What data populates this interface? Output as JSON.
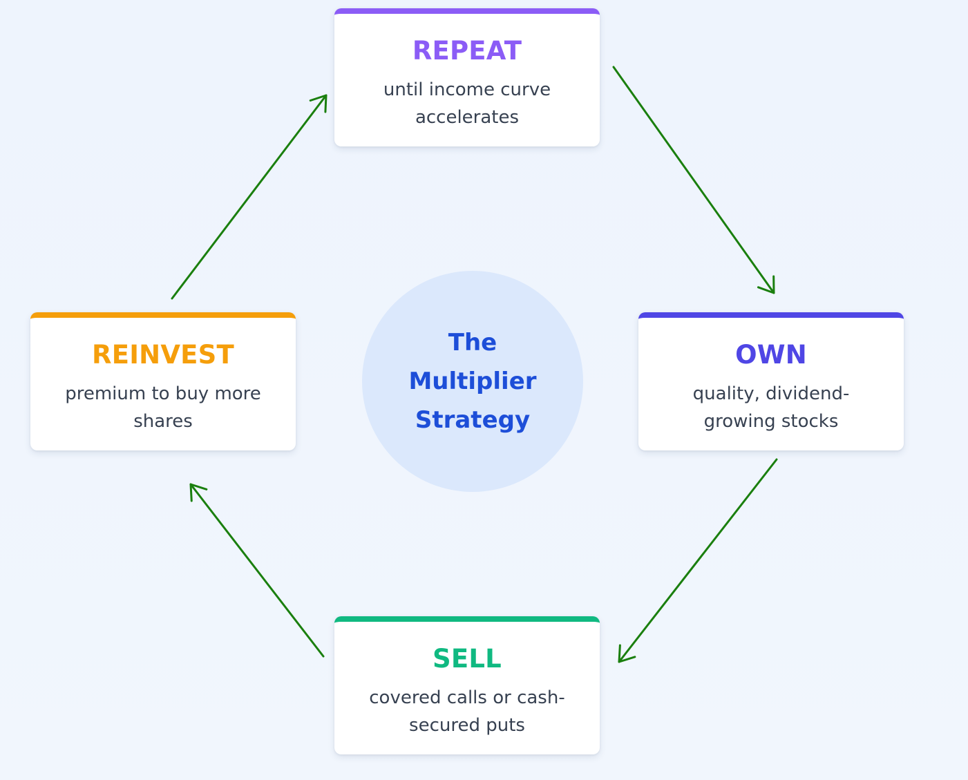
{
  "center": {
    "title": "The Multiplier Strategy",
    "color": "#1d4ed8",
    "fill": "#dbe8fc"
  },
  "steps": [
    {
      "id": "repeat",
      "title": "REPEAT",
      "description": "until income curve accelerates",
      "color": "#8b5cf6"
    },
    {
      "id": "own",
      "title": "OWN",
      "description": "quality, dividend-growing stocks",
      "color": "#4f46e5"
    },
    {
      "id": "sell",
      "title": "SELL",
      "description": "covered calls or cash-secured puts",
      "color": "#10b981"
    },
    {
      "id": "reinvest",
      "title": "REINVEST",
      "description": "premium to buy more shares",
      "color": "#f59e0b"
    }
  ],
  "connectors": [
    {
      "from": "repeat",
      "to": "own"
    },
    {
      "from": "own",
      "to": "sell"
    },
    {
      "from": "sell",
      "to": "reinvest"
    },
    {
      "from": "reinvest",
      "to": "repeat"
    }
  ],
  "arrow_color": "#1a7f0e"
}
